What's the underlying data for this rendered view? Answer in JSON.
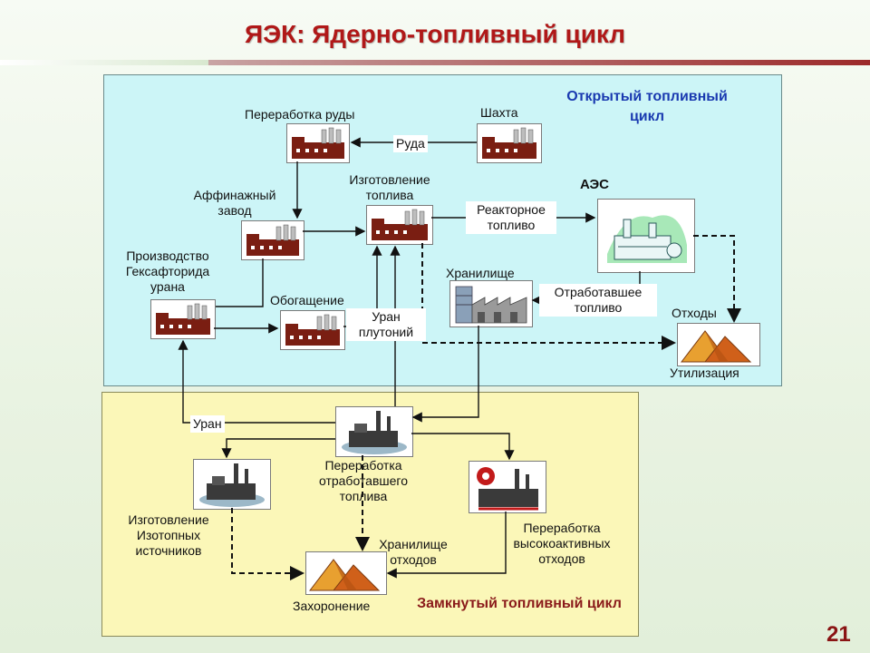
{
  "title": "ЯЭК: Ядерно-топливный цикл",
  "open_cycle": "Открытый топливный цикл",
  "closed_cycle": "Замкнутый топливный цикл",
  "nodes": {
    "mine": "Шахта",
    "ore_processing": "Переработка руды",
    "refinery": "Аффинажный завод",
    "fuel_fab": "Изготовление топлива",
    "aes": "АЭС",
    "hexafluoride": "Производство Гексафторида урана",
    "enrichment": "Обогащение",
    "storage": "Хранилище",
    "waste": "Отходы",
    "utilization": "Утилизация",
    "spent_processing": "Переработка отработавшего топлива",
    "isotope": "Изготовление Изотопных источников",
    "hla_processing": "Переработка высокоактивных отходов",
    "burial": "Захоронение"
  },
  "edge_labels": {
    "ore": "Руда",
    "reactor_fuel": "Реакторное топливо",
    "spent_fuel": "Отработавшее топливо",
    "uranium_plutonium": "Уран плутоний",
    "uranium": "Уран",
    "waste_storage": "Хранилище отходов"
  },
  "page_number": "21",
  "colors": {
    "title": "#b01818",
    "open_panel": "#ccf5f7",
    "closed_panel": "#fbf7b8",
    "factory": "#7a1e12",
    "open_title": "#1a3ab0",
    "closed_title": "#8a1a1a"
  }
}
